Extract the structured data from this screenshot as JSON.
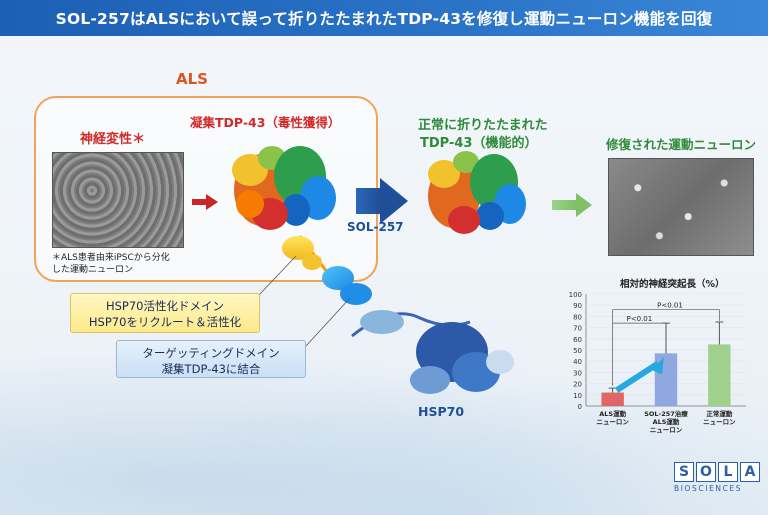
{
  "header": {
    "title": "SOL-257はALSにおいて誤って折りたたまれたTDP-43を修復し運動ニューロン機能を回復"
  },
  "als_section": {
    "label": "ALS",
    "neuro_title": "神経変性＊",
    "aggregate_title": "凝集TDP-43（毒性獲得）",
    "note_line1": "＊ALS患者由来iPSCから分化",
    "note_line2": "した運動ニューロン"
  },
  "arrow_label": "SOL-257",
  "normal_title_line1": "正常に折りたたまれた",
  "normal_title_line2": "TDP-43（機能的）",
  "repaired_title": "修復された運動ニューロン",
  "domains": {
    "hsp70_activation_line1": "HSP70活性化ドメイン",
    "hsp70_activation_line2": "HSP70をリクルート＆活性化",
    "targeting_line1": "ターゲッティングドメイン",
    "targeting_line2": "凝集TDP-43に結合"
  },
  "hsp70_label": "HSP70",
  "chart_data": {
    "type": "bar",
    "title": "相対的神経突起長（%）",
    "categories": [
      "ALS運動\nニューロン",
      "SOL-257治療\nALS運動\nニューロン",
      "正常運動\nニューロン"
    ],
    "values": [
      12,
      47,
      55
    ],
    "errors": [
      4,
      27,
      20
    ],
    "colors": [
      "#e06666",
      "#8fa8e0",
      "#9fd18c"
    ],
    "ylim": [
      0,
      100
    ],
    "yticks": [
      0,
      10,
      20,
      30,
      40,
      50,
      60,
      70,
      80,
      90,
      100
    ],
    "annotations": [
      "P<0.01",
      "P<0.01"
    ]
  },
  "logo": {
    "letters": [
      "S",
      "O",
      "L",
      "A"
    ],
    "subtitle": "BIOSCIENCES"
  },
  "colors": {
    "title_bar": "#2a74c8",
    "als_border": "#f0a45a",
    "red": "#d22a2a",
    "green": "#2f8a3a"
  }
}
